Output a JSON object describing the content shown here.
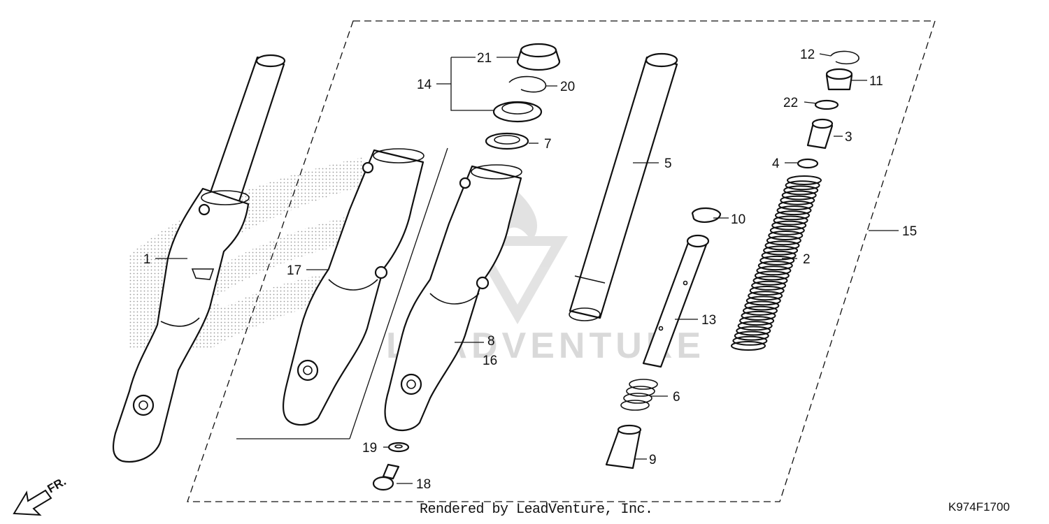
{
  "watermark": {
    "text": "LEADVENTURE"
  },
  "direction": {
    "label": "FR."
  },
  "footer": {
    "rendered_by": "Rendered by LeadVenture, Inc.",
    "diagram_code": "K974F1700"
  },
  "callouts": [
    {
      "id": "1",
      "label": "1"
    },
    {
      "id": "2",
      "label": "2"
    },
    {
      "id": "3",
      "label": "3"
    },
    {
      "id": "4",
      "label": "4"
    },
    {
      "id": "5",
      "label": "5"
    },
    {
      "id": "6",
      "label": "6"
    },
    {
      "id": "7",
      "label": "7"
    },
    {
      "id": "8",
      "label": "8"
    },
    {
      "id": "9",
      "label": "9"
    },
    {
      "id": "10",
      "label": "10"
    },
    {
      "id": "11",
      "label": "11"
    },
    {
      "id": "12",
      "label": "12"
    },
    {
      "id": "13",
      "label": "13"
    },
    {
      "id": "14",
      "label": "14"
    },
    {
      "id": "15",
      "label": "15"
    },
    {
      "id": "16",
      "label": "16"
    },
    {
      "id": "17",
      "label": "17"
    },
    {
      "id": "18",
      "label": "18"
    },
    {
      "id": "19",
      "label": "19"
    },
    {
      "id": "20",
      "label": "20"
    },
    {
      "id": "21",
      "label": "21"
    },
    {
      "id": "22",
      "label": "22"
    }
  ]
}
